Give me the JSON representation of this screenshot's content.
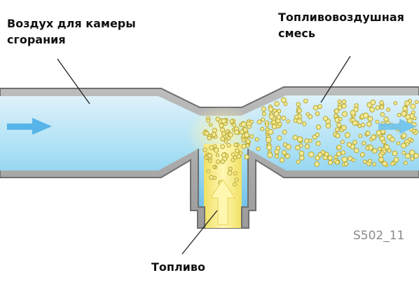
{
  "labels": {
    "air": [
      "Воздух для камеры",
      "сгорания"
    ],
    "mixture": [
      "Топливовоздушная",
      "смесь"
    ],
    "fuel": "Топливо"
  },
  "figure_code": "S502_11",
  "colors": {
    "wall": "#a9a9a9",
    "wall_edge": "#6f6f6f",
    "air_light": "#dff2fb",
    "air_mid": "#8fd2f1",
    "air_dark": "#5bb6e6",
    "arrow": "#56b4e9",
    "fuel_light": "#fff4a6",
    "fuel_dark": "#f1e36b",
    "droplet_fill": "#f3eb9a",
    "droplet_edge": "#b9a52a",
    "fuel_arrow": "#fff7b0"
  }
}
